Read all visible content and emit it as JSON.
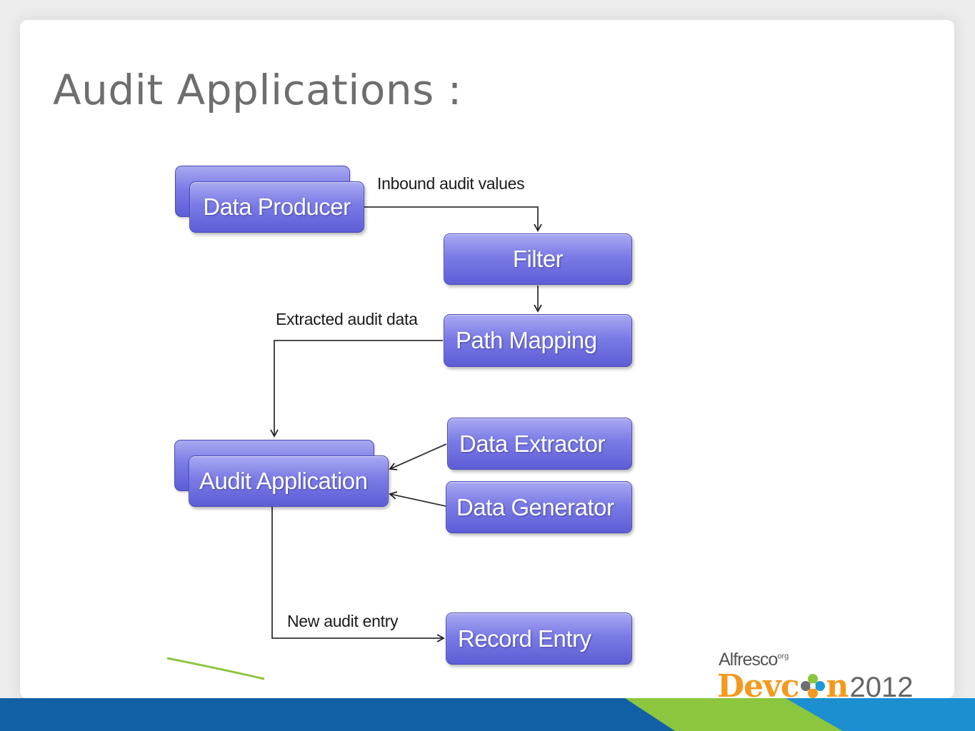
{
  "slide": {
    "title": "Audit Applications :"
  },
  "diagram": {
    "nodes": {
      "data_producer": "Data Producer",
      "filter": "Filter",
      "path_mapping": "Path Mapping",
      "audit_application": "Audit Application",
      "data_extractor": "Data Extractor",
      "data_generator": "Data Generator",
      "record_entry": "Record Entry"
    },
    "edge_labels": {
      "inbound": "Inbound audit values",
      "extracted": "Extracted audit data",
      "new_entry": "New audit entry"
    }
  },
  "branding": {
    "brand": "Alfresco",
    "brand_suffix": "org",
    "event_prefix": "Devc",
    "event_suffix": "n",
    "year": "2012"
  },
  "colors": {
    "node_fill": "#7b7be6",
    "logo_orange": "#f39a1e",
    "footer_blue": "#1160a6",
    "footer_green": "#8cc63f"
  }
}
